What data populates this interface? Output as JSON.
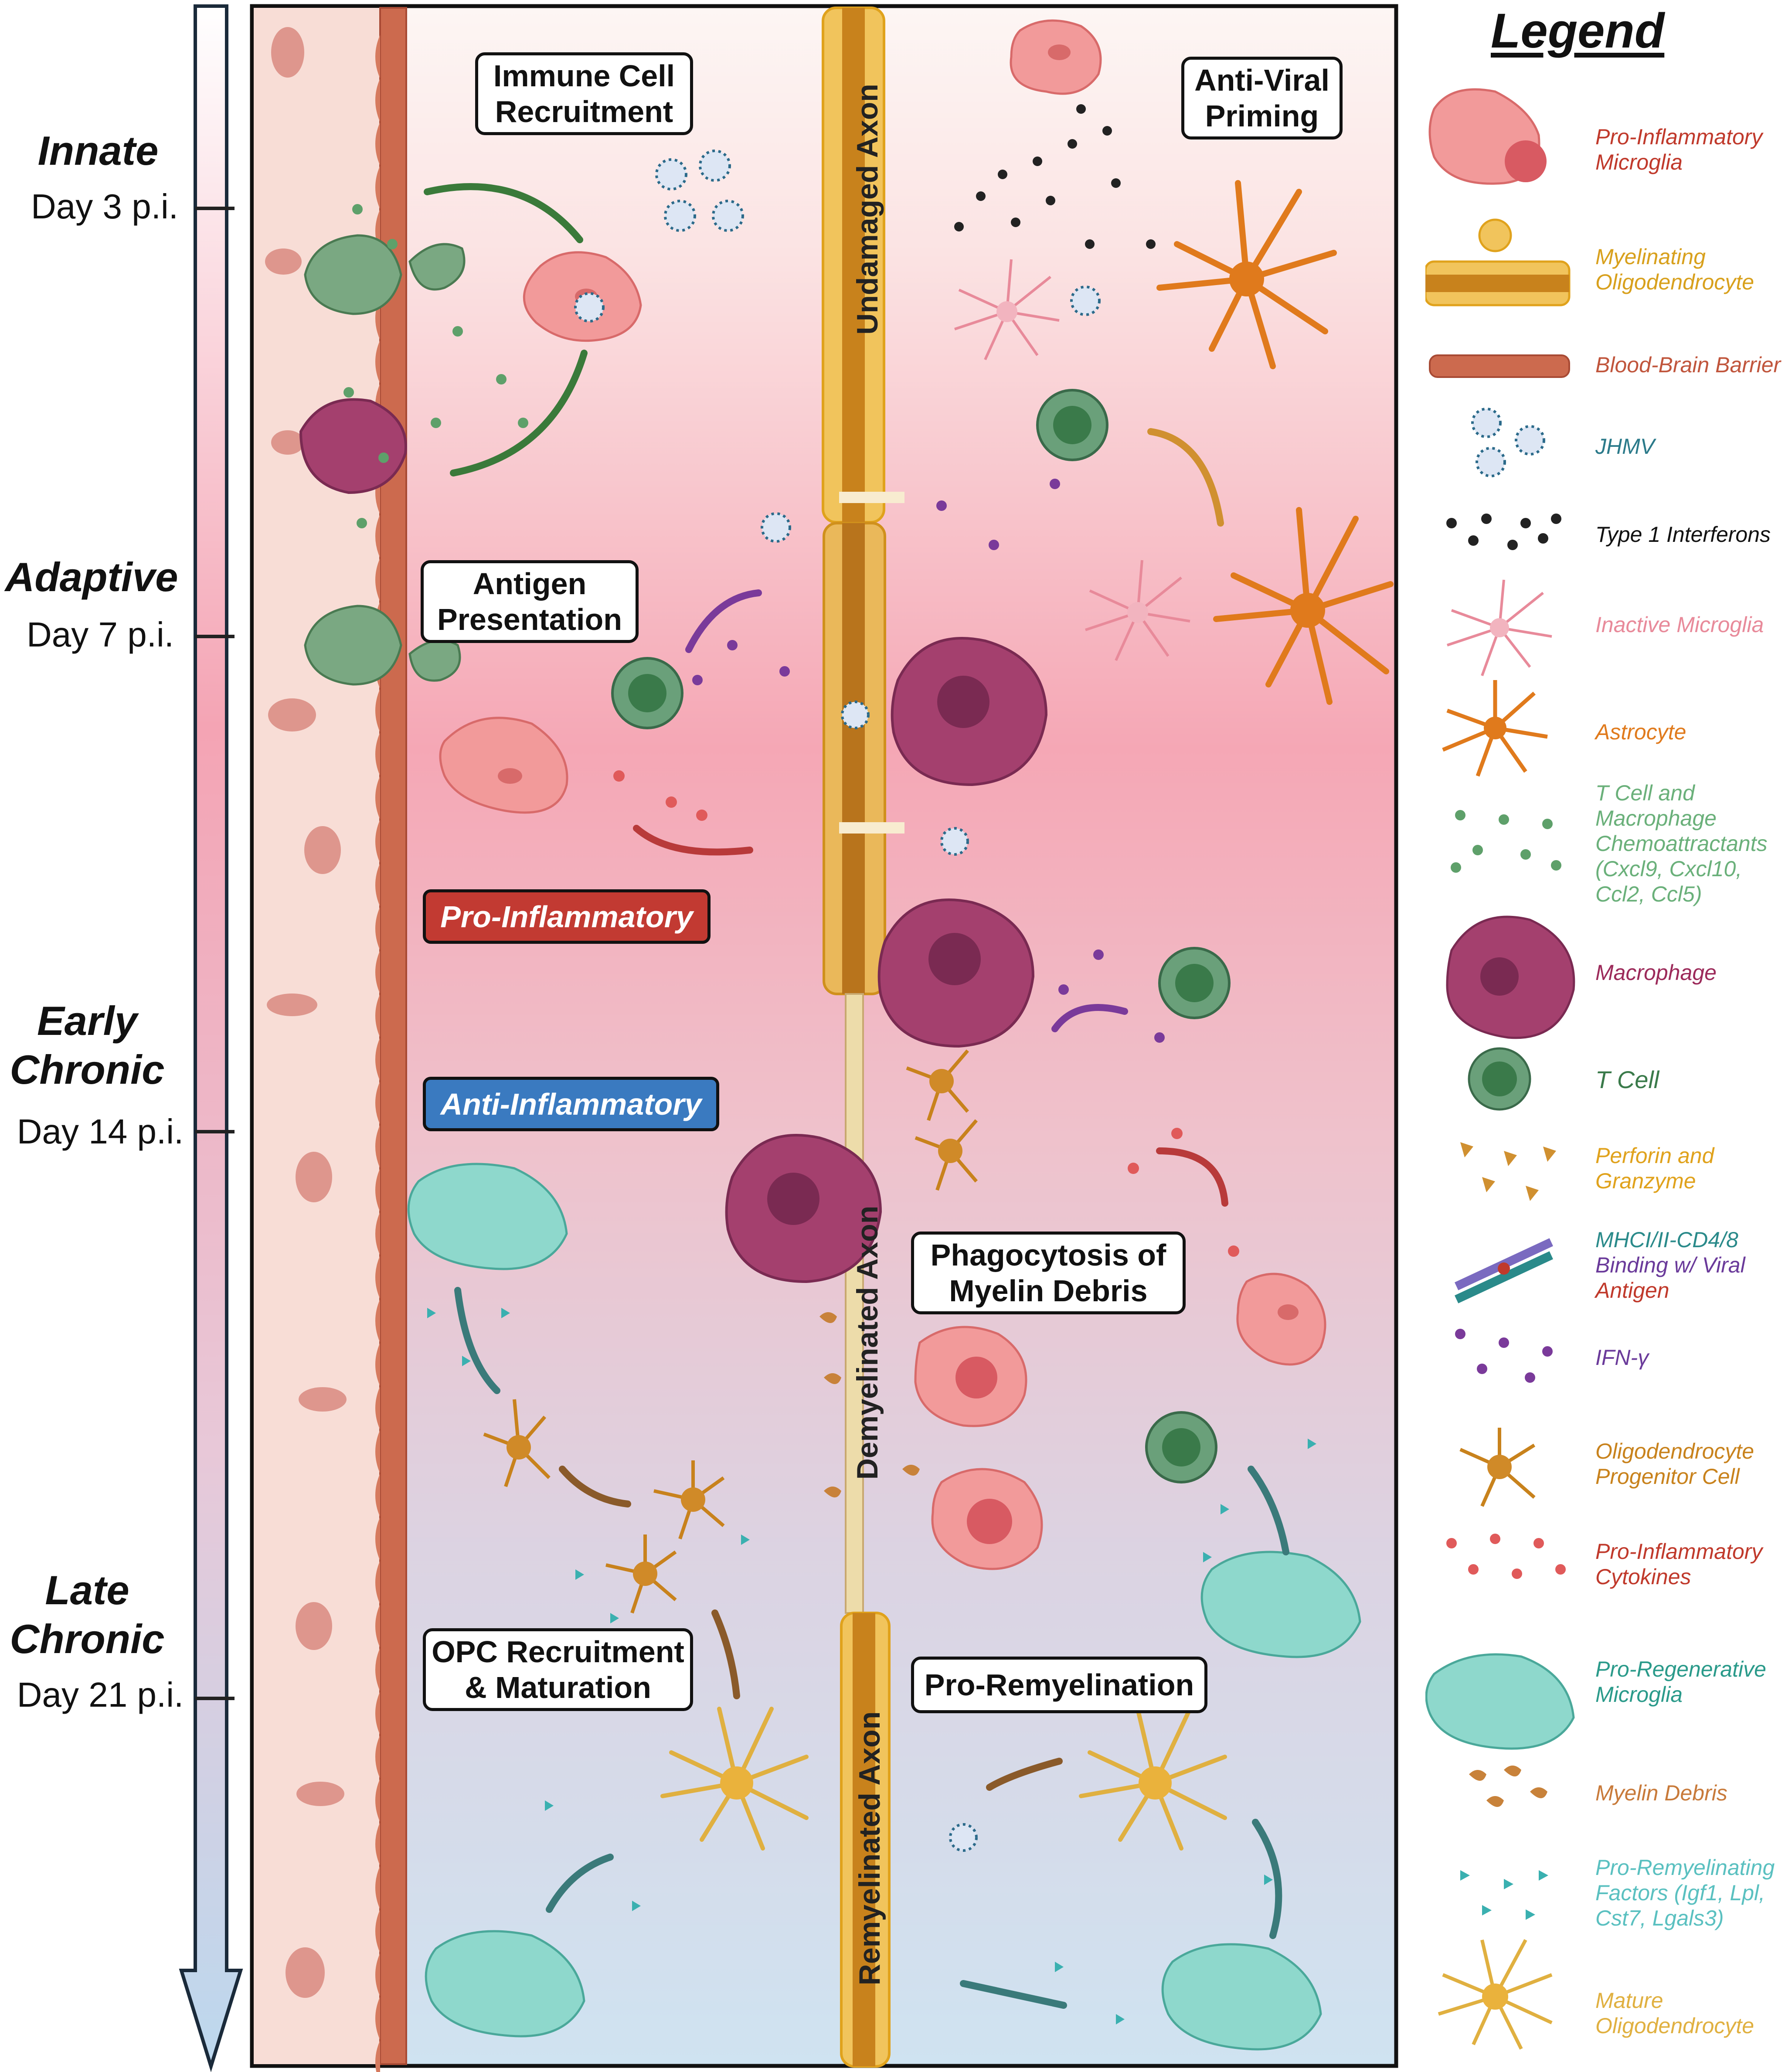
{
  "timeline": {
    "phases": [
      {
        "title": "Innate",
        "day": "Day 3 p.i."
      },
      {
        "title": "Adaptive",
        "day": "Day 7 p.i."
      },
      {
        "title": "Early\nChronic",
        "day": "Day 14 p.i."
      },
      {
        "title": "Late\nChronic",
        "day": "Day 21 p.i."
      }
    ]
  },
  "callouts": {
    "immune_recruitment": "Immune Cell\nRecruitment",
    "anti_viral_priming": "Anti-Viral\nPriming",
    "antigen_presentation": "Antigen\nPresentation",
    "pro_inflammatory": "Pro-Inflammatory",
    "anti_inflammatory": "Anti-Inflammatory",
    "phagocytosis": "Phagocytosis of\nMyelin Debris",
    "opc_recruitment": "OPC Recruitment\n& Maturation",
    "pro_remyelination": "Pro-Remyelination"
  },
  "axon_labels": {
    "undamaged": "Undamaged Axon",
    "demyelinated": "Demyelinated Axon",
    "remyelinated": "Remyelinated Axon"
  },
  "legend": {
    "title": "Legend",
    "items": [
      {
        "label": "Pro-Inflammatory\nMicroglia",
        "color": "#c0392b"
      },
      {
        "label": "Myelinating\nOligodendrocyte",
        "color": "#e0a21c"
      },
      {
        "label": "Blood-Brain Barrier",
        "color": "#c85a3c"
      },
      {
        "label": "JHMV",
        "color": "#2b7a8a"
      },
      {
        "label": "Type 1 Interferons",
        "color": "#111111"
      },
      {
        "label": "Inactive Microglia",
        "color": "#e88a9a"
      },
      {
        "label": "Astrocyte",
        "color": "#e07a1c"
      },
      {
        "label": "T Cell and\nMacrophage\nChemoattractants\n(Cxcl9, Cxcl10,\nCcl2, Ccl5)",
        "color": "#6ab07a"
      },
      {
        "label": "Macrophage",
        "color": "#9c2a5a"
      },
      {
        "label": "T Cell",
        "color": "#3a7a4a"
      },
      {
        "label": "Perforin and\nGranzyme",
        "color": "#e0a21c"
      },
      {
        "label": "Antigen",
        "color": "#c0392b"
      },
      {
        "label": "IFN-γ",
        "color": "#6a3a9a"
      },
      {
        "label": "Oligodendrocyte\nProgenitor Cell",
        "color": "#c8821c"
      },
      {
        "label": "Pro-Inflammatory\nCytokines",
        "color": "#c0392b"
      },
      {
        "label": "Pro-Regenerative\nMicroglia",
        "color": "#2a9a8a"
      },
      {
        "label": "Myelin Debris",
        "color": "#c87a3a"
      },
      {
        "label": "Pro-Remyelinating\nFactors (Igf1, Lpl,\nCst7, Lgals3)",
        "color": "#5ac0c0"
      },
      {
        "label": "Mature\nOligodendrocyte",
        "color": "#e0b040"
      }
    ],
    "mhc_label": {
      "line1": "MHCI/II-CD4/8",
      "line2": "Binding w/ Viral",
      "line3": "Antigen",
      "color1": "#2a8a8a",
      "color2": "#6a3a9a"
    }
  }
}
